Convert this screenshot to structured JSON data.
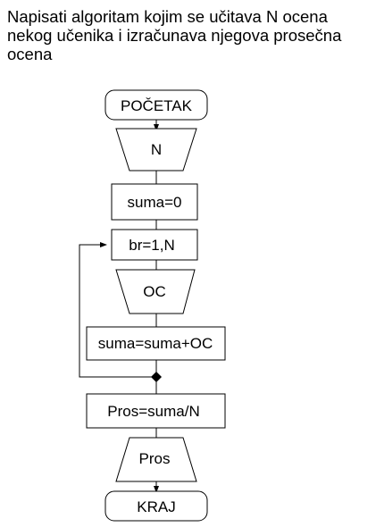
{
  "task": {
    "lines": [
      "Napisati algoritam kojim se učitava N ocena",
      "nekog učenika i izračunava njegova prosečna",
      "ocena"
    ]
  },
  "flowchart": {
    "start": "POČETAK",
    "input_n": "N",
    "init_sum": "suma=0",
    "loop": "br=1,N",
    "input_grade": "OC",
    "accumulate": "suma=suma+OC",
    "average": "Pros=suma/N",
    "output": "Pros",
    "end": "KRAJ"
  }
}
